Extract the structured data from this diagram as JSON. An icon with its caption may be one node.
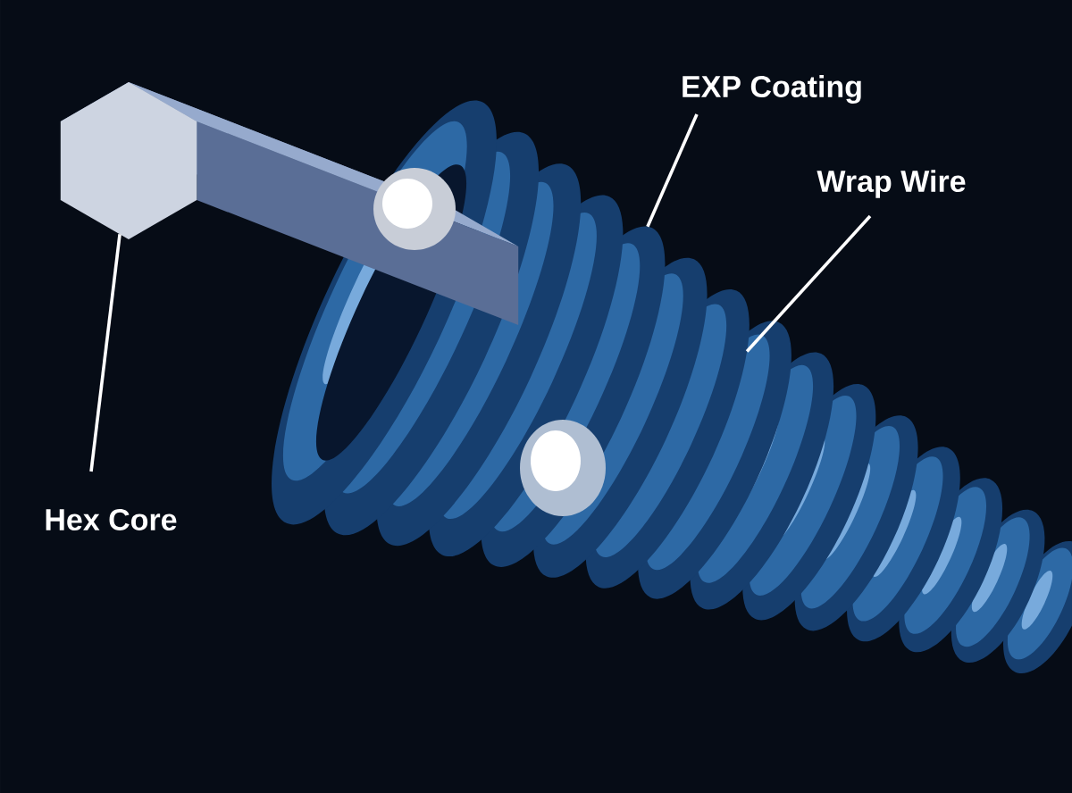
{
  "diagram": {
    "nodes": [
      {
        "text": [
          "EXP Coating"
        ]
      },
      {
        "text": [
          "Wrap Wire"
        ]
      },
      {
        "text": [
          "Hex Core"
        ]
      },
      {
        "text": [],
        "shape": "picture"
      },
      {
        "text": [],
        "shape": "picture"
      },
      {
        "text": [],
        "shape": "picture"
      }
    ],
    "edges": [
      {
        "from": 0,
        "to": 3,
        "arrow": "none"
      },
      {
        "from": 1,
        "to": 4,
        "arrow": "none"
      },
      {
        "from": 2,
        "to": 5,
        "arrow": "none"
      }
    ]
  }
}
